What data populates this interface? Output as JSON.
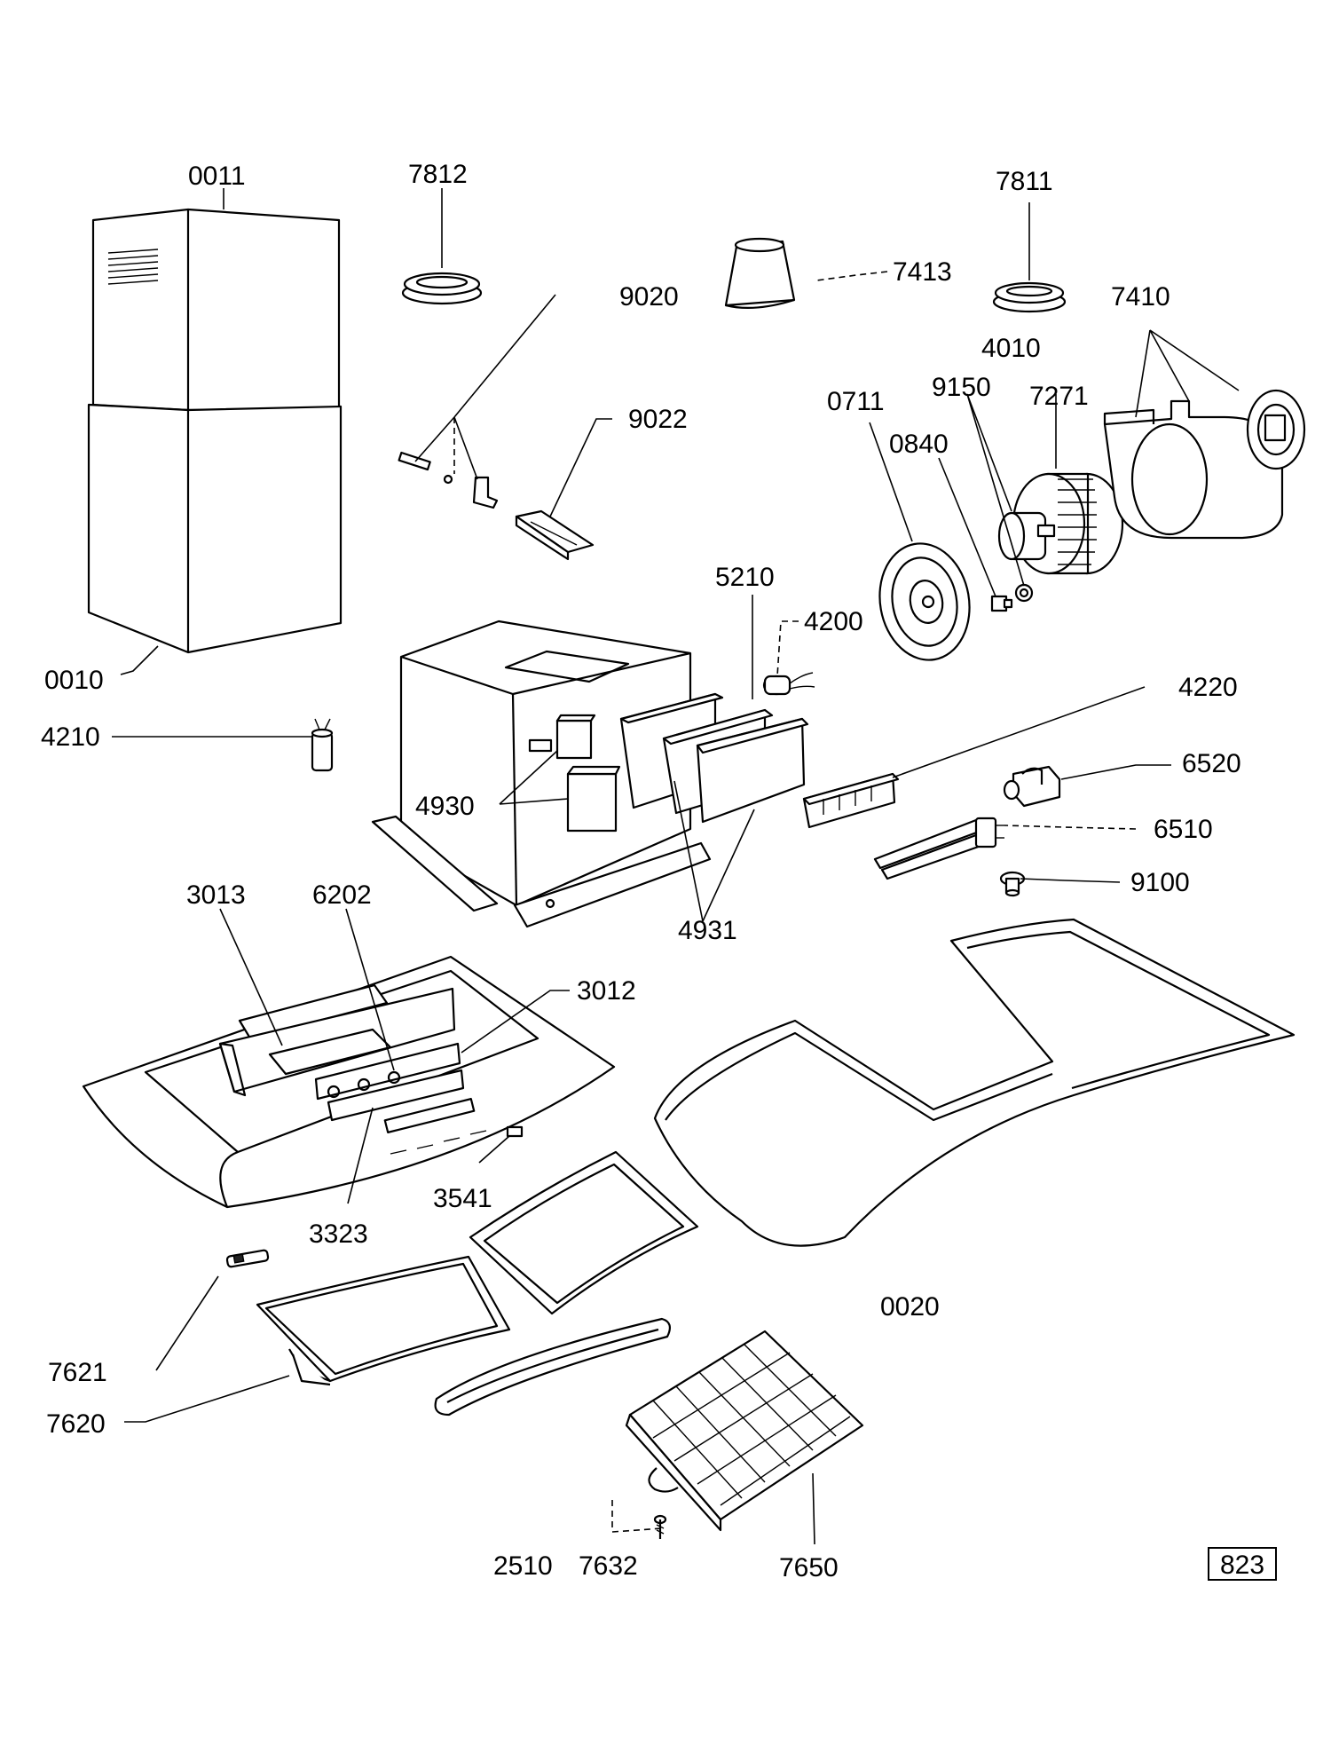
{
  "diagram": {
    "type": "exploded parts diagram",
    "page_code": "823",
    "part_numbers": [
      "0011",
      "7812",
      "7811",
      "9020",
      "7413",
      "7410",
      "4010",
      "0711",
      "9150",
      "7271",
      "0840",
      "9022",
      "5210",
      "4200",
      "0010",
      "4210",
      "4220",
      "6520",
      "4930",
      "6510",
      "9100",
      "3013",
      "6202",
      "4931",
      "3012",
      "3541",
      "3323",
      "0020",
      "7621",
      "7620",
      "2510",
      "7632",
      "7650"
    ]
  }
}
